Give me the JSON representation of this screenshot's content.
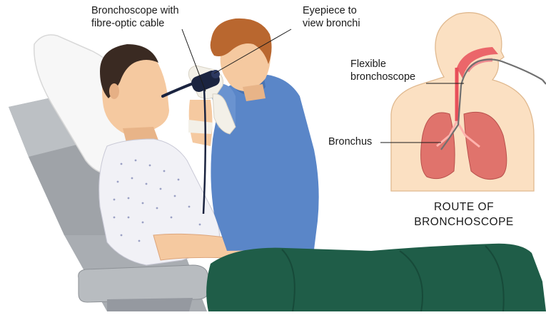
{
  "labels": {
    "bronchoscope_cable": [
      "Bronchoscope with",
      "fibre-optic cable"
    ],
    "eyepiece": [
      "Eyepiece to",
      "view bronchi"
    ],
    "flexible_bronchoscope": [
      "Flexible",
      "bronchoscope"
    ],
    "bronchus": "Bronchus"
  },
  "caption": [
    "ROUTE OF",
    "BRONCHOSCOPE"
  ],
  "colors": {
    "skin": "#f5c9a0",
    "skin_shadow": "#dca57c",
    "scrubs": "#5a86c8",
    "blanket": "#1f5d48",
    "gown": "#f1f1f6",
    "chair": "#a9adb2",
    "pillow": "#f7f7f7",
    "torso_diagram": "#fbe0c2",
    "lung": "#e0736c",
    "airway": "#e8505a",
    "scope_cable": "#707070"
  },
  "icons": [
    "patient-figure",
    "doctor-figure",
    "reclining-chair",
    "bronchoscope-device",
    "torso-diagram",
    "lungs-icon"
  ]
}
